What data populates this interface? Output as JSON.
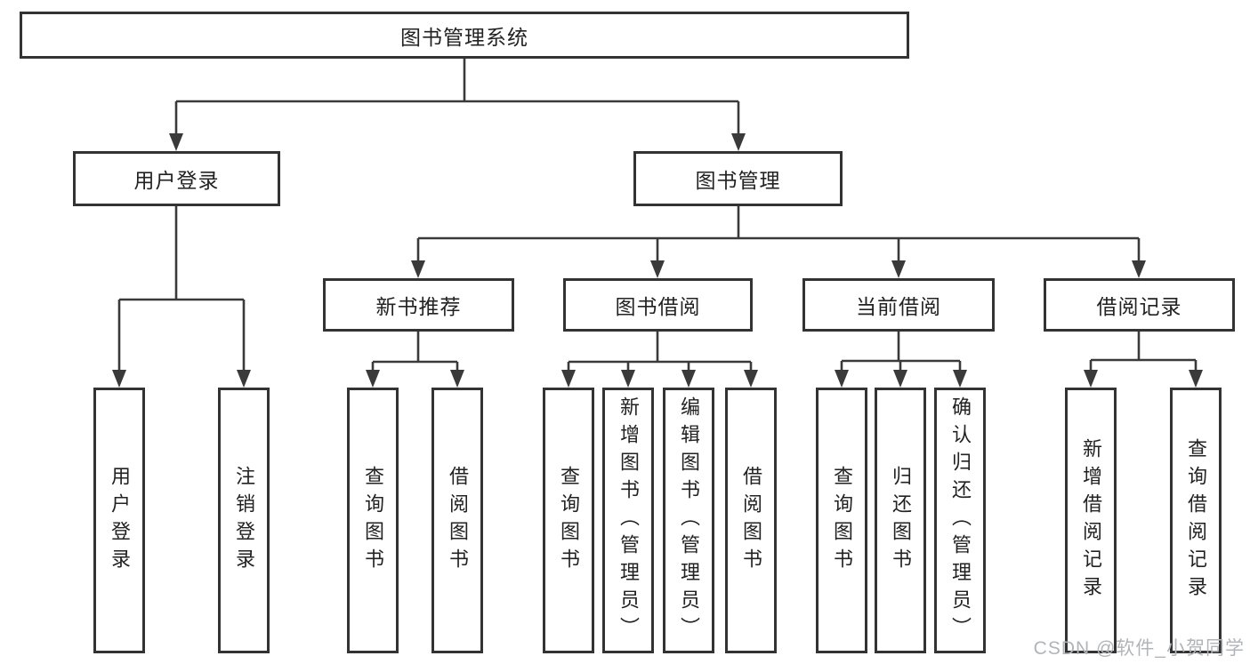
{
  "root": {
    "label": "图书管理系统"
  },
  "level2": {
    "user": "用户登录",
    "mgmt": "图书管理"
  },
  "level3": {
    "recommend": "新书推荐",
    "borrow": "图书借阅",
    "current": "当前借阅",
    "records": "借阅记录"
  },
  "leaves": {
    "user": [
      "用户登录",
      "注销登录"
    ],
    "recommend": [
      "查询图书",
      "借阅图书"
    ],
    "borrow": [
      "查询图书",
      "新增图书（管理员）",
      "编辑图书（管理员）",
      "借阅图书"
    ],
    "current": [
      "查询图书",
      "归还图书",
      "确认归还（管理员）"
    ],
    "records": [
      "新增借阅记录",
      "查询借阅记录"
    ]
  },
  "watermark": "CSDN @软件_小贺同学",
  "colors": {
    "line": "#3a3a3a",
    "border": "#333333",
    "text": "#222222",
    "background": "#ffffff",
    "watermark": "#b0b5ba"
  }
}
